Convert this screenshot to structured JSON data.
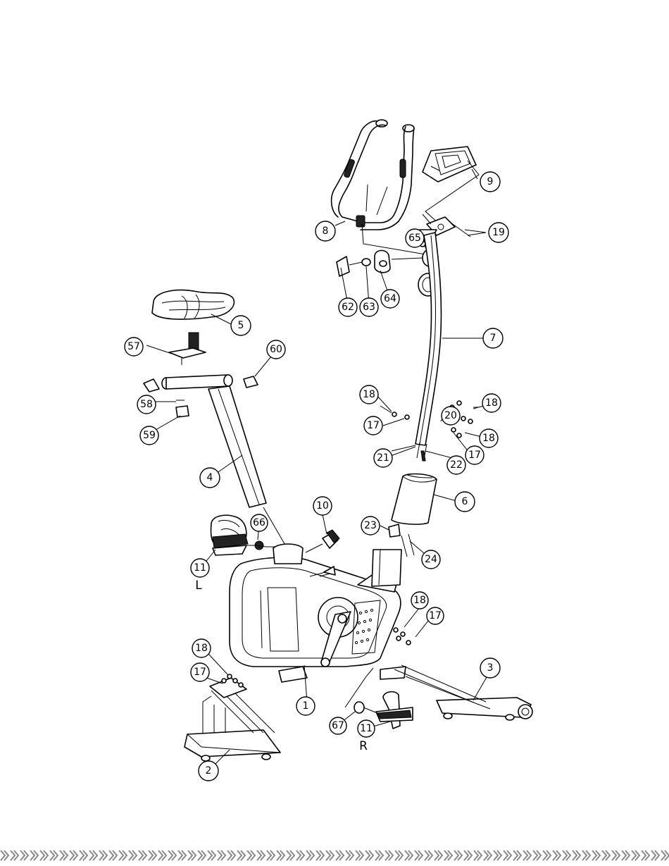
{
  "callouts": [
    {
      "id": "c8",
      "label": "8"
    },
    {
      "id": "c9",
      "label": "9"
    },
    {
      "id": "c65",
      "label": "65"
    },
    {
      "id": "c19",
      "label": "19"
    },
    {
      "id": "c62",
      "label": "62"
    },
    {
      "id": "c63",
      "label": "63"
    },
    {
      "id": "c64",
      "label": "64"
    },
    {
      "id": "c5",
      "label": "5"
    },
    {
      "id": "c7",
      "label": "7"
    },
    {
      "id": "c57",
      "label": "57"
    },
    {
      "id": "c60",
      "label": "60"
    },
    {
      "id": "c58",
      "label": "58"
    },
    {
      "id": "c59",
      "label": "59"
    },
    {
      "id": "c18a",
      "label": "18"
    },
    {
      "id": "c18b",
      "label": "18"
    },
    {
      "id": "c17a",
      "label": "17"
    },
    {
      "id": "c20",
      "label": "20"
    },
    {
      "id": "c18c",
      "label": "18"
    },
    {
      "id": "c21",
      "label": "21"
    },
    {
      "id": "c17b",
      "label": "17"
    },
    {
      "id": "c22",
      "label": "22"
    },
    {
      "id": "c4",
      "label": "4"
    },
    {
      "id": "c6",
      "label": "6"
    },
    {
      "id": "c10",
      "label": "10"
    },
    {
      "id": "c66",
      "label": "66"
    },
    {
      "id": "c23",
      "label": "23"
    },
    {
      "id": "c24",
      "label": "24"
    },
    {
      "id": "c11a",
      "label": "11"
    },
    {
      "id": "c18d",
      "label": "18"
    },
    {
      "id": "c17c",
      "label": "17"
    },
    {
      "id": "c18e",
      "label": "18"
    },
    {
      "id": "c17d",
      "label": "17"
    },
    {
      "id": "c3",
      "label": "3"
    },
    {
      "id": "c1",
      "label": "1"
    },
    {
      "id": "c67",
      "label": "67"
    },
    {
      "id": "c11b",
      "label": "11"
    },
    {
      "id": "c2",
      "label": "2"
    }
  ],
  "side_labels": {
    "left": "L",
    "right": "R"
  }
}
